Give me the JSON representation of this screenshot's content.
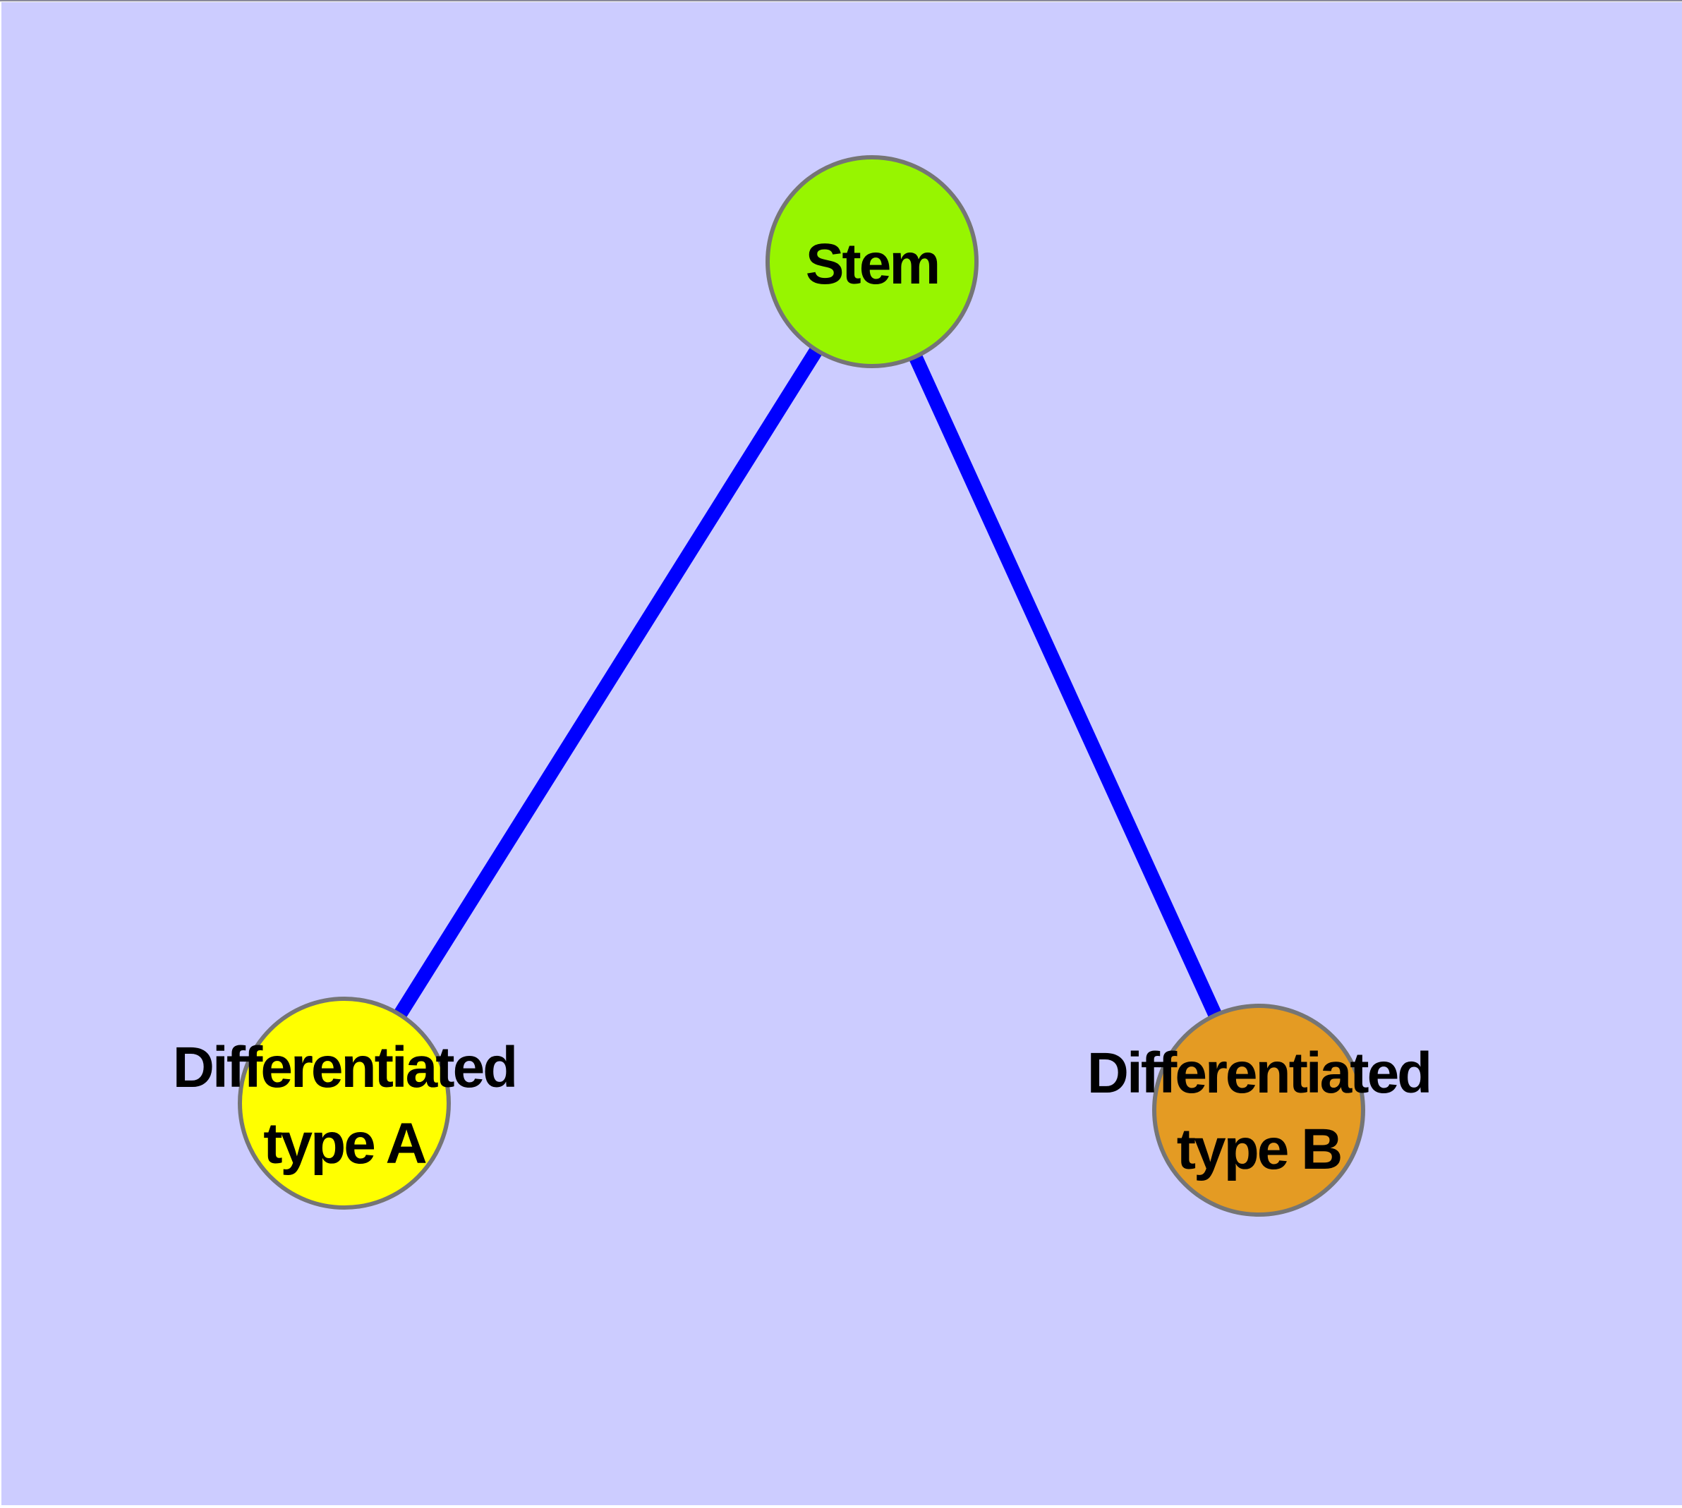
{
  "diagram": {
    "type": "node-link-graph",
    "background_color": "#CCCCFF",
    "edge_color": "#0000FF",
    "node_border_color": "#757575",
    "label_color": "#000000",
    "nodes": [
      {
        "id": "stem",
        "label_line1": "Stem",
        "label_line2": "",
        "fill_color": "#97F500"
      },
      {
        "id": "differentiated-type-a",
        "label_line1": "Differentiated",
        "label_line2": "type A",
        "fill_color": "#FFFF00"
      },
      {
        "id": "differentiated-type-b",
        "label_line1": "Differentiated",
        "label_line2": "type B",
        "fill_color": "#E49B23"
      }
    ],
    "edges": [
      {
        "from": "Stem",
        "to": "Differentiated type A"
      },
      {
        "from": "Stem",
        "to": "Differentiated type B"
      }
    ]
  }
}
